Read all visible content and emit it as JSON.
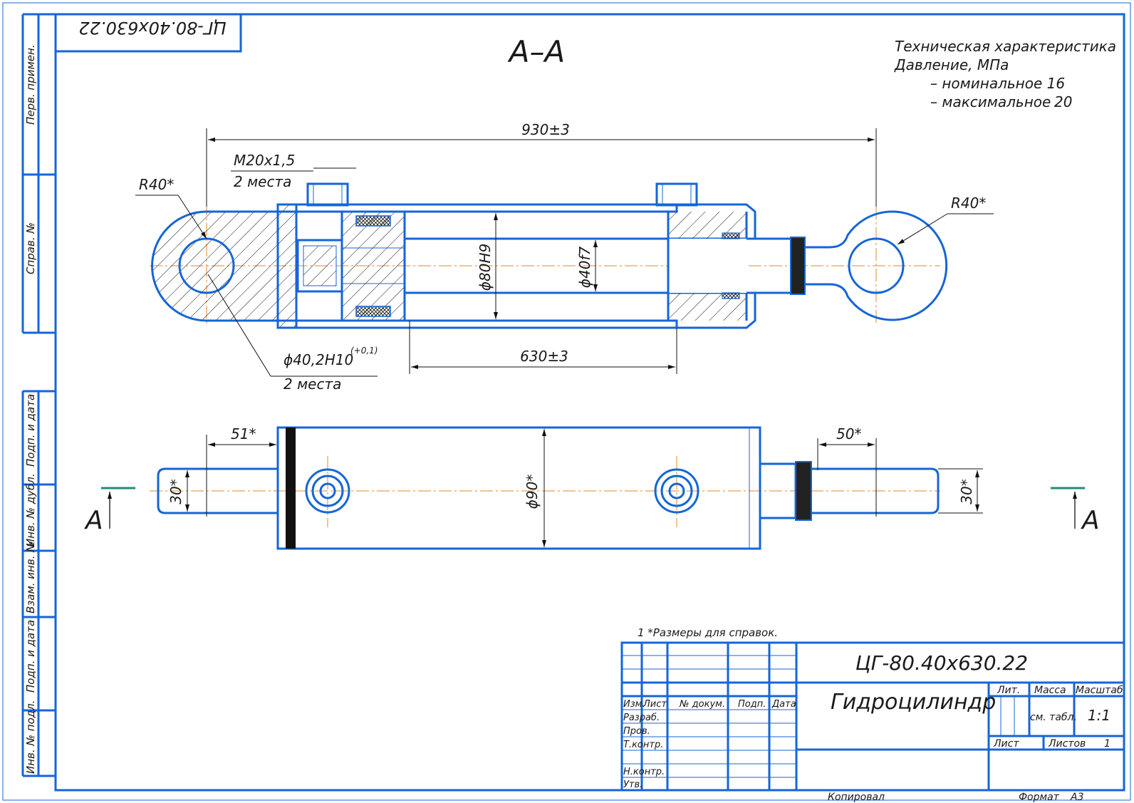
{
  "header_stamp": "ЦГ-80.40х630.22",
  "section_title": "А–А",
  "tech": {
    "title": "Техническая характеристика",
    "pressure": "Давление, МПа",
    "nominal": "– номинальное 16",
    "maximal_label": "– максимальное",
    "maximal_value": "20"
  },
  "dims": {
    "total_length": "930±3",
    "stroke": "630±3",
    "thread": "М20х1,5",
    "thread_count": "2 места",
    "eye_left_radius": "R40*",
    "eye_right_radius": "R40*",
    "bore_hole": "ϕ40,2Н10",
    "bore_hole_tol": "(+0,1)",
    "bore_hole_count": "2 места",
    "bore": "ϕ80Н9",
    "rod": "ϕ40f7",
    "outer_dia": "ϕ90*",
    "left_offset": "51*",
    "right_offset": "50*",
    "left_width": "30*",
    "right_width": "30*",
    "section_mark_left": "А",
    "section_mark_right": "А"
  },
  "side_labels": {
    "perv_primen": "Перв. примен.",
    "sprav_no": "Справ. №",
    "podp_data_1": "Подп. и дата",
    "inv_dubl": "Инв. № дубл.",
    "vzam_inv": "Взам. инв. №",
    "podp_data_2": "Подп. и дата",
    "inv_podl": "Инв. № подл."
  },
  "title_block": {
    "note": "1  *Размеры для справок.",
    "designation": "ЦГ-80.40х630.22",
    "name": "Гидроцилиндр",
    "col_izm": "Изм.",
    "col_list": "Лист",
    "col_doc": "№ докум.",
    "col_podp": "Подп.",
    "col_data": "Дата",
    "row_razrab": "Разраб.",
    "row_prov": "Пров.",
    "row_tkontr": "Т.контр.",
    "row_nkontr": "Н.контр.",
    "row_utv": "Утв.",
    "lit": "Лит.",
    "massa": "Масса",
    "masshtab": "Масштаб",
    "massa_value": "см. табл.",
    "scale_value": "1:1",
    "list_label": "Лист",
    "listov_label": "Листов",
    "listov_value": "1",
    "kopiroval": "Копировал",
    "format_label": "Формат",
    "format_value": "А3"
  }
}
